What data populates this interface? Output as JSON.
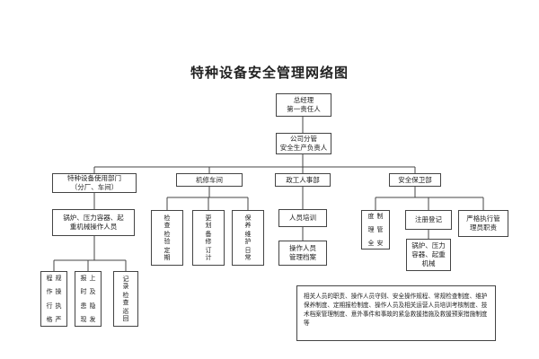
{
  "title": "特种设备安全管理网络图",
  "top": {
    "manager_line1": "总经理",
    "manager_line2": "第一责任人",
    "deputy_line1": "公司分管",
    "deputy_line2": "安全生产负责人"
  },
  "departments": {
    "user_dept_line1": "特种设备使用部门",
    "user_dept_line2": "（分厂、车间）",
    "maintenance": "机修车间",
    "admin_hr": "政工人事部",
    "security": "安全保卫部"
  },
  "user_branch": {
    "operators_line1": "锅炉、压力容器、起",
    "operators_line2": "重机械操作人员",
    "strict_ops": [
      "严格",
      "执行",
      "操作",
      "规程"
    ],
    "hazards": [
      "发现",
      "隐患",
      "及时",
      "上报"
    ],
    "records": [
      "巡回",
      "检查",
      "记录"
    ]
  },
  "maint_branch": {
    "inspection": [
      "定期",
      "检验",
      "检查"
    ],
    "repair_plan": [
      "订计",
      "备修",
      "更划"
    ],
    "maintenance": [
      "日常",
      "维护",
      "保养"
    ]
  },
  "hr_branch": {
    "training": "人员培训",
    "archive_line1": "操作人员",
    "archive_line2": "管理档案"
  },
  "security_branch": {
    "safety_mgmt": [
      "安全",
      "管理",
      "制度"
    ],
    "registration": "注册登记",
    "equipment": [
      "锅炉、压力",
      "容器、起重",
      "机械"
    ],
    "strict_impl_line1": "严格执行管",
    "strict_impl_line2": "理员职责"
  },
  "note": "相关人员的职责、操作人员守则、安全操作规程、常规检查制度、维护保养制度、定期报检制度、操作人员及相关运营人员培训考核制度、技术档案管理制度、意外事件和事故的紧急救援措施及救援预案措施制度等"
}
